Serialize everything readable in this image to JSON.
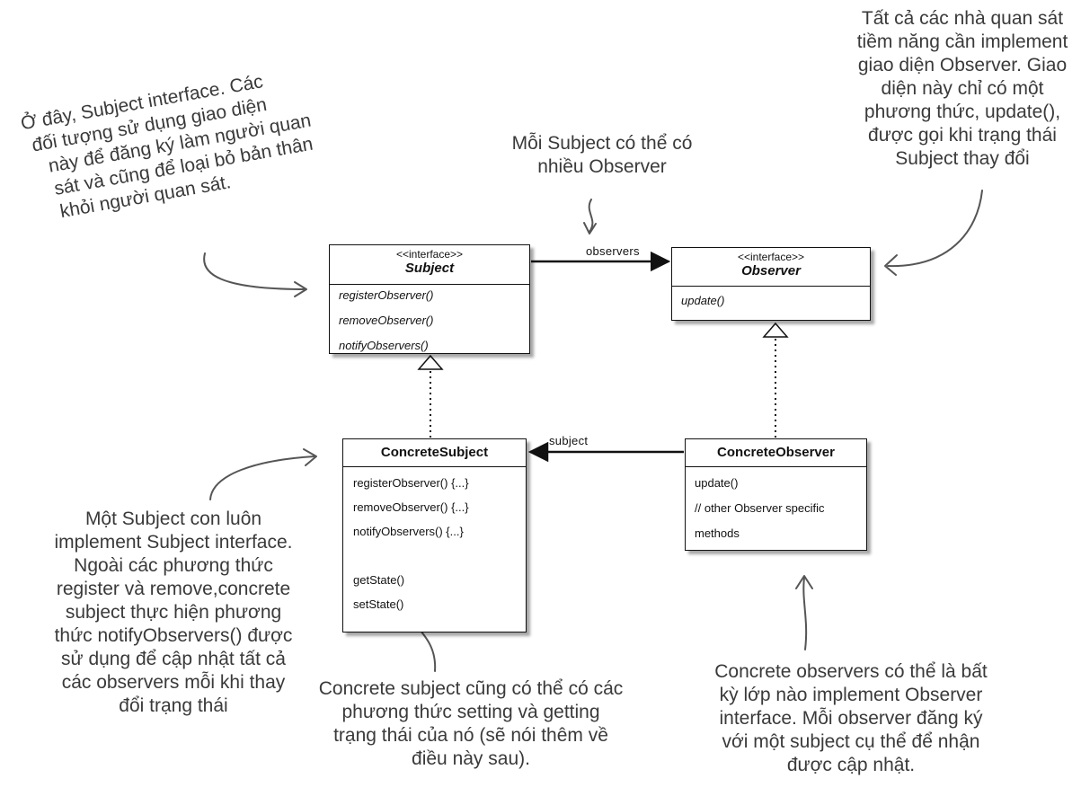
{
  "subject": {
    "stereotype": "<<interface>>",
    "name": "Subject",
    "operations": [
      "registerObserver()",
      "removeObserver()",
      "notifyObservers()"
    ]
  },
  "observer": {
    "stereotype": "<<interface>>",
    "name": "Observer",
    "operations": [
      "update()"
    ]
  },
  "concrete_subject": {
    "name": "ConcreteSubject",
    "operations": [
      "registerObserver() {...}",
      "removeObserver() {...}",
      "notifyObservers() {...}"
    ],
    "state_operations": [
      "getState()",
      "setState()"
    ]
  },
  "concrete_observer": {
    "name": "ConcreteObserver",
    "operations": [
      "update()",
      "// other Observer specific",
      "methods"
    ]
  },
  "associations": {
    "observers_label": "observers",
    "subject_label": "subject"
  },
  "notes": {
    "subject_interface": [
      "Ở đây, Subject interface. Các",
      "đối tượng sử dụng giao diện",
      "này để đăng ký làm người quan",
      "sát và cũng để loại bỏ bản thân",
      "khỏi người quan sát."
    ],
    "observers_count": [
      "Mỗi Subject có thể có",
      "nhiều Observer"
    ],
    "observer_interface": [
      "Tất cả các nhà quan sát",
      "tiềm năng cần implement",
      "giao diện Observer. Giao",
      "diện này chỉ có một",
      "phương thức, update(),",
      "được gọi khi trạng thái",
      "Subject thay đổi"
    ],
    "concrete_subject_interface": [
      "Một Subject con luôn",
      "implement Subject interface.",
      "Ngoài các phương thức",
      "register và remove,concrete",
      "subject thực hiện phương",
      "thức notifyObservers() được",
      "sử dụng để cập nhật tất cả",
      "các observers mỗi khi thay",
      "đổi trạng thái"
    ],
    "concrete_subject_state": [
      "Concrete subject cũng có thể có các",
      "phương thức setting và getting",
      "trạng thái của nó (sẽ nói thêm về",
      "điều này sau)."
    ],
    "concrete_observers": [
      "Concrete observers có thể là bất",
      "kỳ lớp nào implement Observer",
      "interface. Mỗi observer đăng ký",
      "với một subject cụ thể để nhận",
      "được cập nhật."
    ]
  }
}
